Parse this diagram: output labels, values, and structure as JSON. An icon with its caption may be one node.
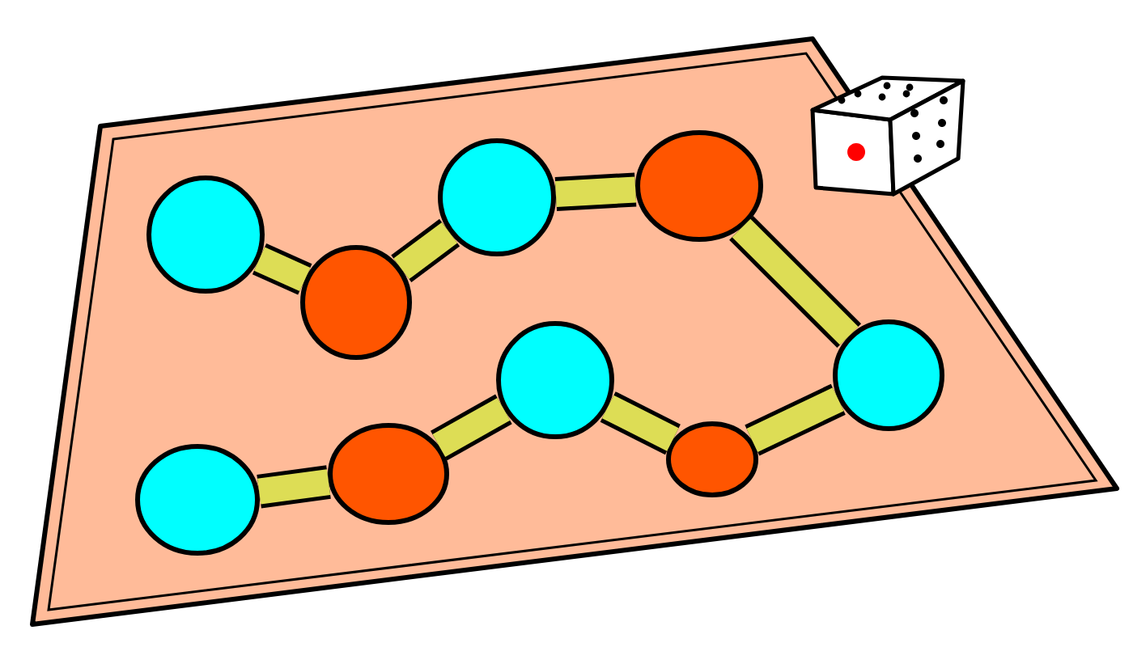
{
  "diagram": {
    "nodes": [
      {
        "text": [],
        "shape": "circle"
      },
      {
        "text": [],
        "shape": "circle"
      },
      {
        "text": [],
        "shape": "circle"
      },
      {
        "text": [],
        "shape": "circle"
      },
      {
        "text": [],
        "shape": "circle"
      },
      {
        "text": [],
        "shape": "circle"
      },
      {
        "text": [],
        "shape": "circle"
      },
      {
        "text": [],
        "shape": "circle"
      },
      {
        "text": [],
        "shape": "circle"
      }
    ],
    "edges": [
      {
        "from": 0,
        "to": 1,
        "arrow": "none"
      },
      {
        "from": 1,
        "to": 2,
        "arrow": "none"
      },
      {
        "from": 2,
        "to": 3,
        "arrow": "none"
      },
      {
        "from": 3,
        "to": 4,
        "arrow": "none"
      },
      {
        "from": 4,
        "to": 5,
        "arrow": "none"
      },
      {
        "from": 5,
        "to": 6,
        "arrow": "none"
      },
      {
        "from": 6,
        "to": 7,
        "arrow": "none"
      },
      {
        "from": 7,
        "to": 8,
        "arrow": "none"
      }
    ]
  }
}
